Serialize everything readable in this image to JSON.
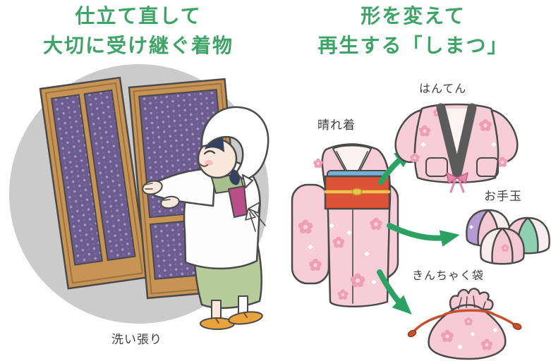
{
  "left_panel": {
    "heading": {
      "line1": "仕立て直して",
      "line2": "大切に受け継ぐ着物"
    },
    "caption": "洗い張り"
  },
  "right_panel": {
    "heading": {
      "line1": "形を変えて",
      "line2": "再生する「しまつ」"
    },
    "labels": {
      "kimono": "晴れ着",
      "hanten": "はんてん",
      "otedama": "お手玉",
      "kinchaku": "きんちゃく袋"
    }
  },
  "colors": {
    "heading_green": "#3da366",
    "arrow_green": "#2ba263",
    "label_text": "#3e3e3e",
    "circle_gray": "#cbcbcb",
    "wood_tan": "#c89455",
    "fabric_purple": "#6c5c90",
    "kimono_pink": "#f6cdd8",
    "flower_pink": "#ee9fb6",
    "obi_red": "#dd5136",
    "obijime_yellow": "#e9c44d",
    "obiage_blue": "#72b1d8",
    "collar_gray": "#5b5b5b",
    "skirt_green": "#b7cc9b",
    "otedama_purple": "#b49bd1",
    "otedama_green": "#8fd0b2",
    "cord_orange": "#c9502e",
    "sandal_orange": "#e8a33c"
  }
}
